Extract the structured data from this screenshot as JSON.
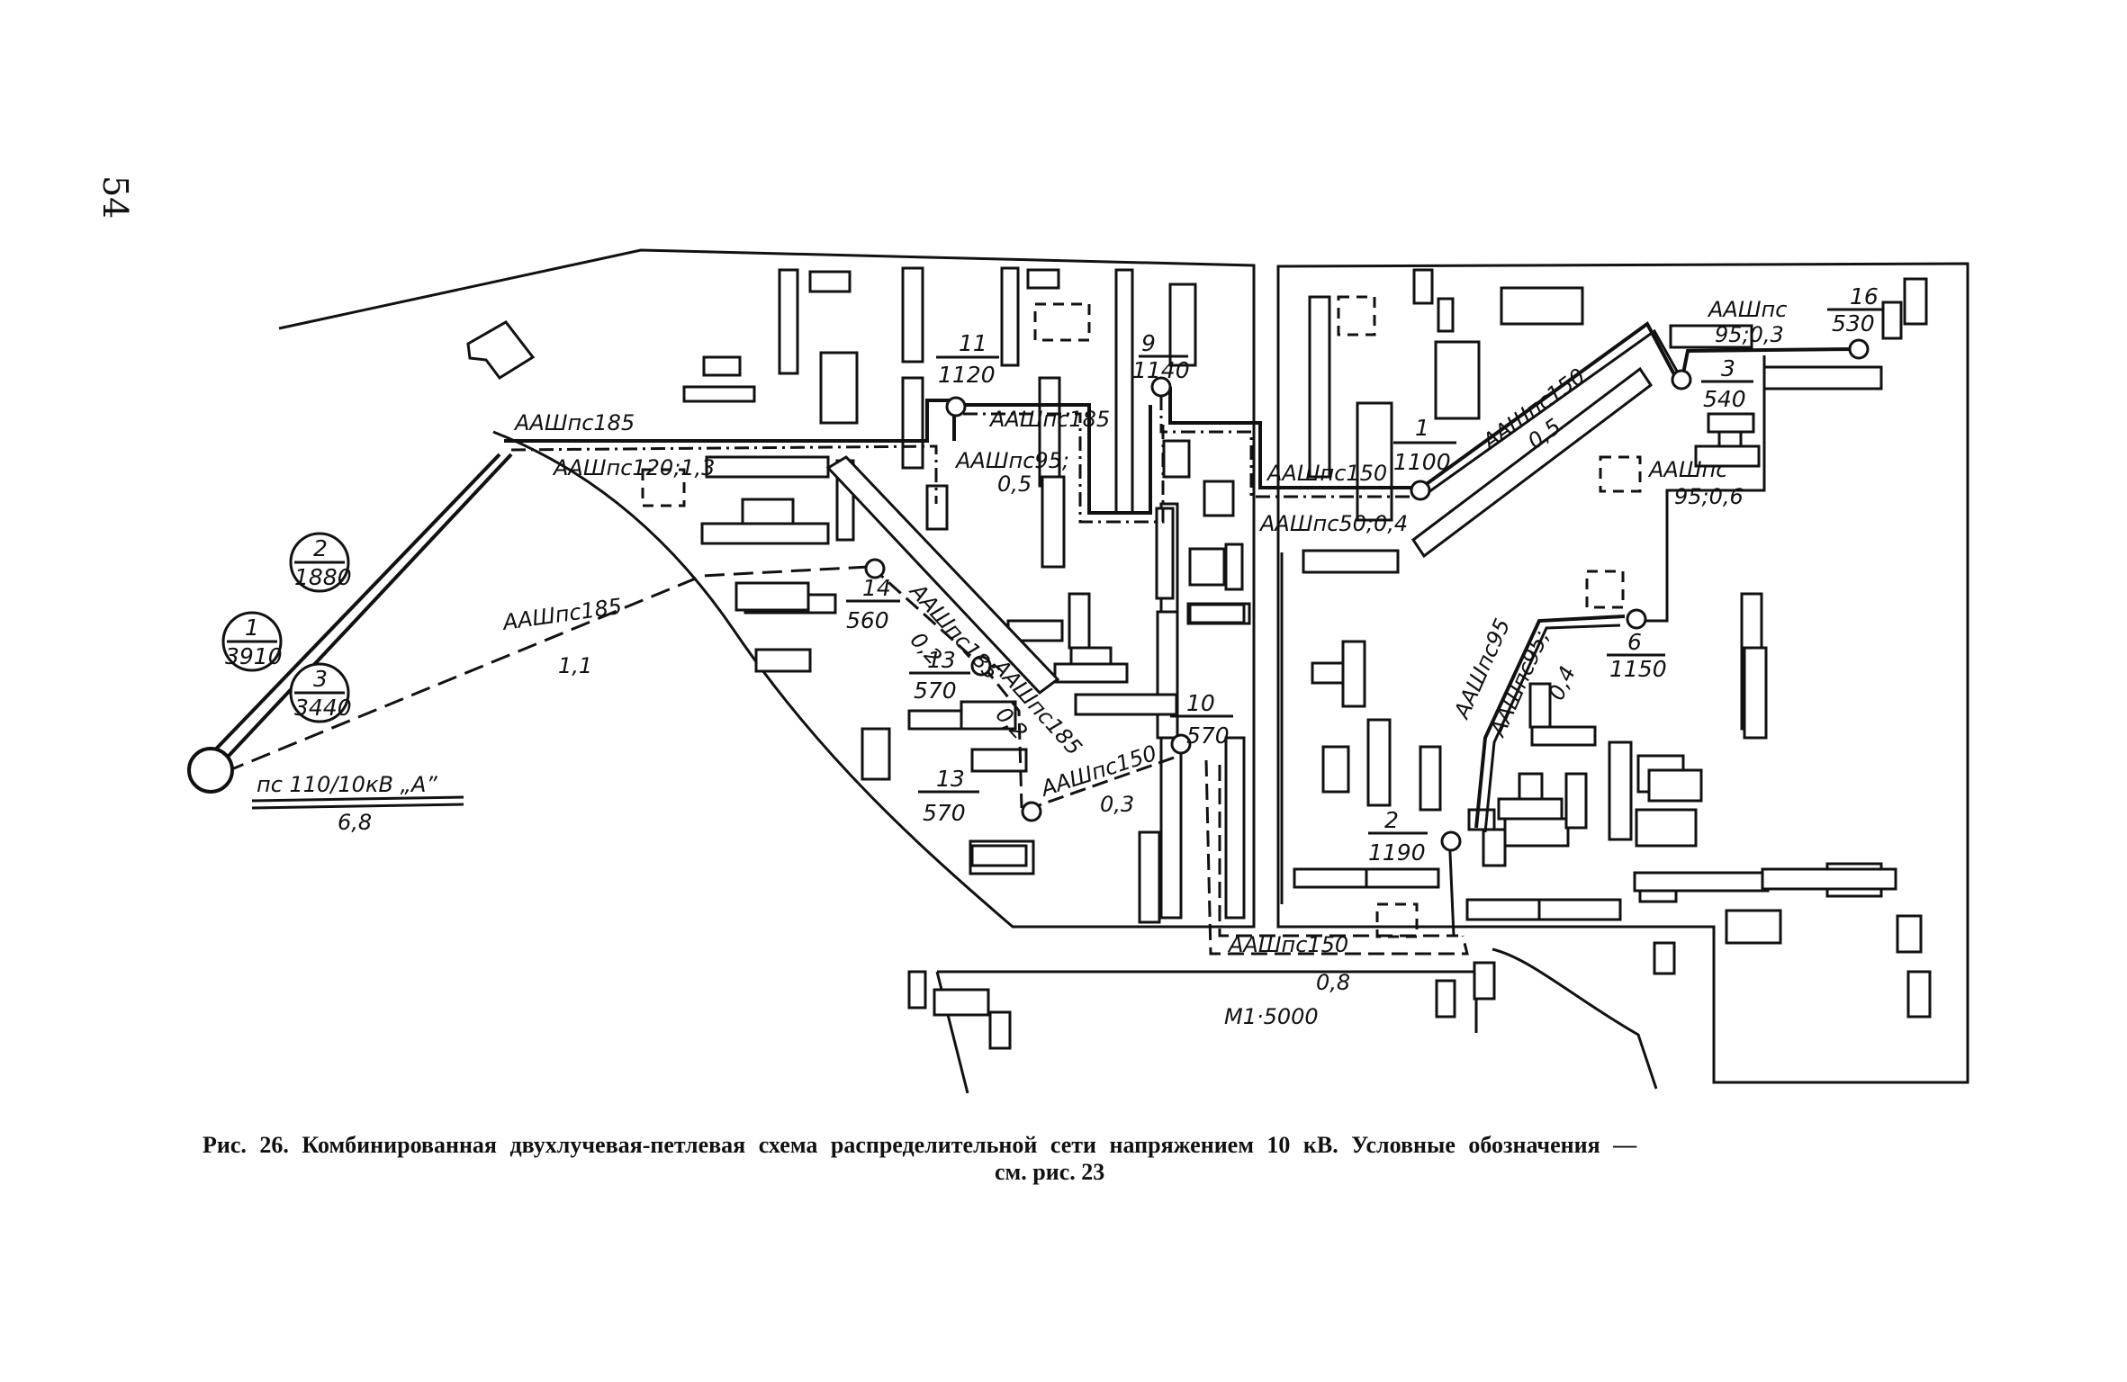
{
  "page_number": "54",
  "caption": {
    "line1": "Рис. 26. Комбинированная двухлучевая-петлевая схема распределительной сети напряжением 10 кВ. Условные обозначения —",
    "line2": "см. рис. 23"
  },
  "scale": "М1·5000",
  "substation": {
    "name": "пс 110/10кВ „А”",
    "length": "6,8"
  },
  "feeders": [
    {
      "n": "1",
      "v": "3910"
    },
    {
      "n": "2",
      "v": "1880"
    },
    {
      "n": "3",
      "v": "3440"
    }
  ],
  "tp": [
    {
      "n": "11",
      "v": "1120"
    },
    {
      "n": "9",
      "v": "1140"
    },
    {
      "n": "1",
      "v": "1100"
    },
    {
      "n": "16",
      "v": "530"
    },
    {
      "n": "3",
      "v": "540"
    },
    {
      "n": "14",
      "v": "560"
    },
    {
      "n": "13",
      "v": "570"
    },
    {
      "n": "13",
      "v": "570"
    },
    {
      "n": "10",
      "v": "570"
    },
    {
      "n": "6",
      "v": "1150"
    },
    {
      "n": "2",
      "v": "1190"
    }
  ],
  "cables": [
    "ААШпс185",
    "ААШпс120;1,3",
    "ААШпс185",
    "ААШпс95;",
    "0,5",
    "ААШпс150",
    "ААШпс50;0,4",
    "ААШпс150",
    "0,5",
    "ААШпс",
    "95;0,3",
    "ААШпс",
    "95;0,6",
    "ААШпс185",
    "1,1",
    "ААШпс185",
    "0,2",
    "ААШпс185",
    "0,2",
    "ААШпс150",
    "0,3",
    "ААШпс95",
    "ААШпс95;",
    "0,4",
    "ААШпс150",
    "0,8"
  ]
}
